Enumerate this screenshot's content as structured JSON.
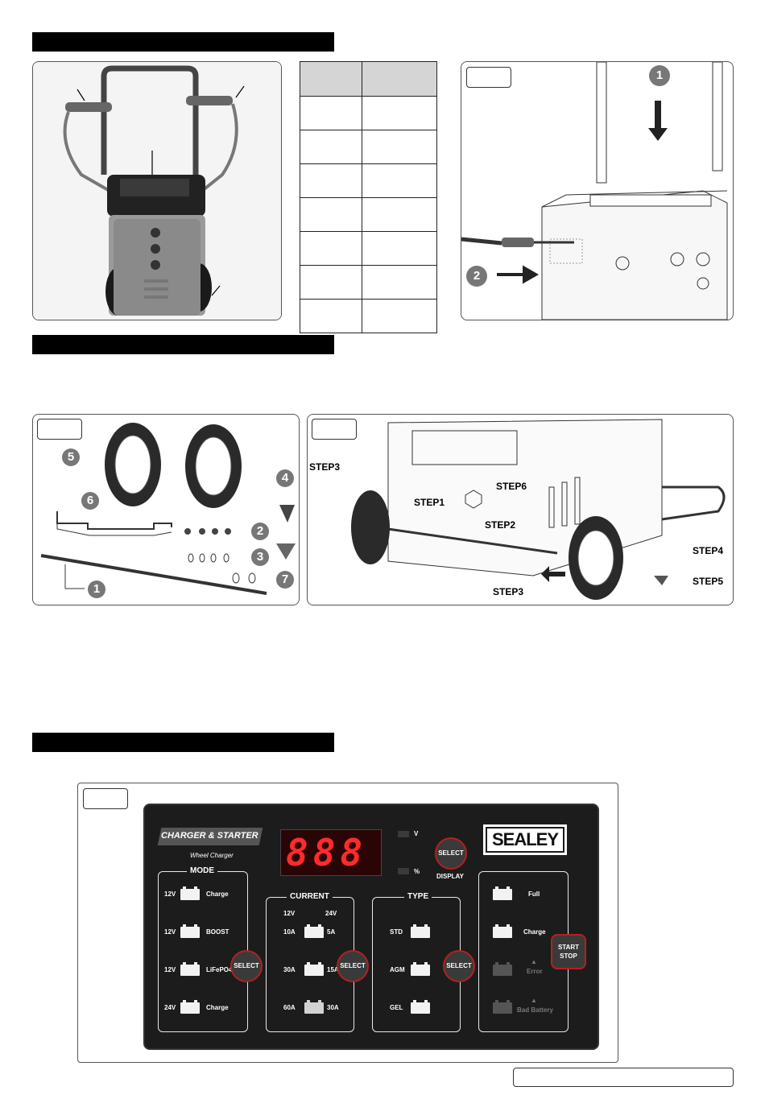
{
  "figure1": {
    "callouts": [
      "1",
      "2"
    ]
  },
  "figure2": {
    "callouts": [
      "1",
      "2",
      "3",
      "4",
      "5",
      "6",
      "7"
    ]
  },
  "figure3": {
    "steps": [
      "STEP3",
      "STEP1",
      "STEP6",
      "STEP2",
      "STEP4",
      "STEP3",
      "STEP5"
    ]
  },
  "panel": {
    "brand": "SEALEY",
    "product_title": "CHARGER & STARTER",
    "product_subtitle": "Wheel Charger",
    "display_digits": "888",
    "unit_v": "V",
    "unit_pct": "%",
    "display_select": "SELECT",
    "display_label": "DISPLAY",
    "mode": {
      "title": "MODE",
      "rows": [
        {
          "volt": "12V",
          "label": "Charge"
        },
        {
          "volt": "12V",
          "label": "BOOST"
        },
        {
          "volt": "12V",
          "label": "LiFePO4"
        },
        {
          "volt": "24V",
          "label": "Charge"
        }
      ],
      "select": "SELECT"
    },
    "current": {
      "title": "CURRENT",
      "head_left": "12V",
      "head_right": "24V",
      "rows": [
        {
          "left": "10A",
          "right": "5A"
        },
        {
          "left": "30A",
          "right": "15A"
        },
        {
          "left": "60A",
          "right": "30A"
        }
      ],
      "select": "SELECT"
    },
    "type": {
      "title": "TYPE",
      "rows": [
        "STD",
        "AGM",
        "GEL"
      ],
      "select": "SELECT"
    },
    "status": {
      "rows": [
        "Full",
        "Charge",
        "Error",
        "Bad Battery"
      ],
      "start_line1": "START",
      "start_line2": "STOP"
    }
  }
}
